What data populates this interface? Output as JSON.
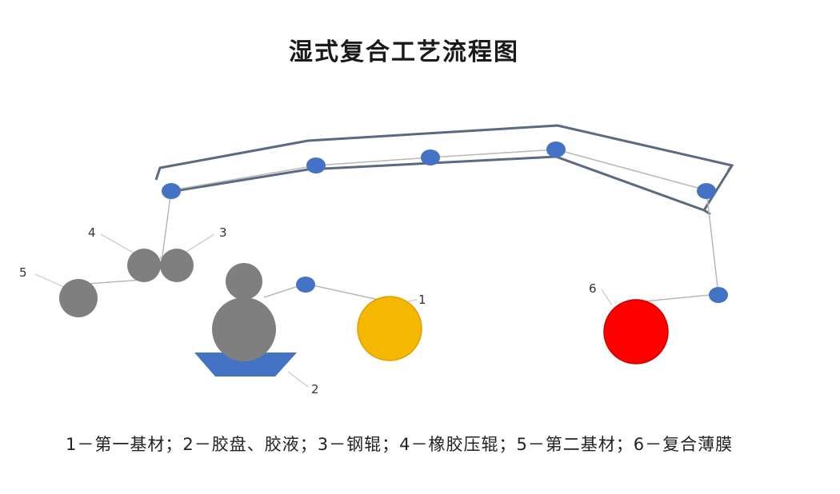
{
  "title": "湿式复合工艺流程图",
  "labels": {
    "n1": "1",
    "n2": "2",
    "n3": "3",
    "n4": "4",
    "n5": "5",
    "n6": "6"
  },
  "legend": "1－第一基材；2－胶盘、胶液；3－钢辊；4－橡胶压辊；5－第二基材；6－复合薄膜",
  "colors": {
    "guide_roller": "#4472c4",
    "rubber_roller": "#7f7f7f",
    "first_substrate": "#f5b800",
    "composite_film": "#ff0000",
    "glue_tray": "#4472c4",
    "oven_outline": "#5a6a80",
    "web_line": "#b8b8b8"
  }
}
